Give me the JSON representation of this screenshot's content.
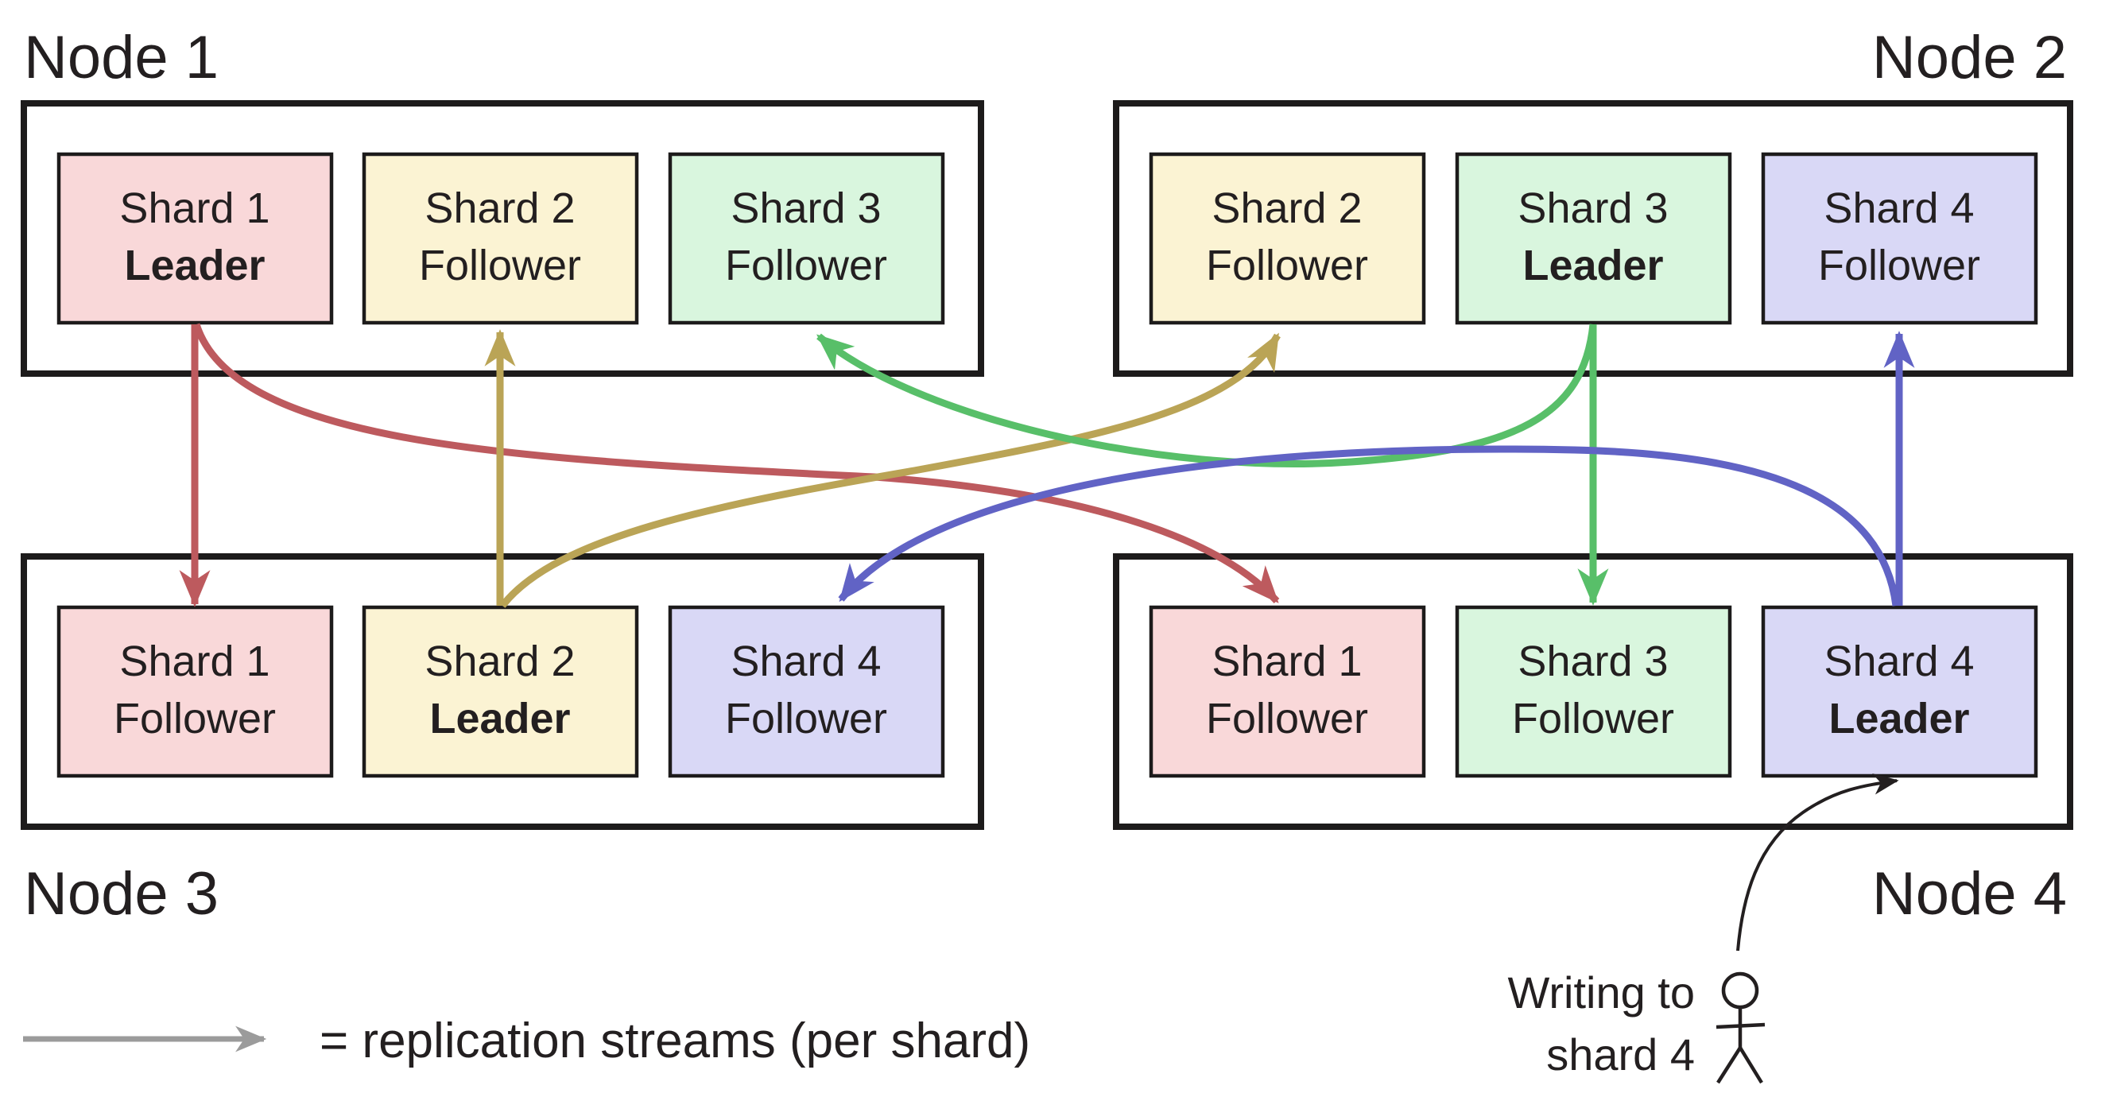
{
  "nodes": [
    {
      "label": "Node 1",
      "shards": [
        {
          "name": "Shard 1",
          "role": "Leader"
        },
        {
          "name": "Shard 2",
          "role": "Follower"
        },
        {
          "name": "Shard 3",
          "role": "Follower"
        }
      ]
    },
    {
      "label": "Node 2",
      "shards": [
        {
          "name": "Shard 2",
          "role": "Follower"
        },
        {
          "name": "Shard 3",
          "role": "Leader"
        },
        {
          "name": "Shard 4",
          "role": "Follower"
        }
      ]
    },
    {
      "label": "Node 3",
      "shards": [
        {
          "name": "Shard 1",
          "role": "Follower"
        },
        {
          "name": "Shard 2",
          "role": "Leader"
        },
        {
          "name": "Shard 4",
          "role": "Follower"
        }
      ]
    },
    {
      "label": "Node 4",
      "shards": [
        {
          "name": "Shard 1",
          "role": "Follower"
        },
        {
          "name": "Shard 3",
          "role": "Follower"
        },
        {
          "name": "Shard 4",
          "role": "Leader"
        }
      ]
    }
  ],
  "replication_streams": [
    {
      "shard": "Shard 1",
      "from": "Node 1",
      "to": [
        "Node 3",
        "Node 4"
      ]
    },
    {
      "shard": "Shard 2",
      "from": "Node 3",
      "to": [
        "Node 1",
        "Node 2"
      ]
    },
    {
      "shard": "Shard 3",
      "from": "Node 2",
      "to": [
        "Node 1",
        "Node 4"
      ]
    },
    {
      "shard": "Shard 4",
      "from": "Node 4",
      "to": [
        "Node 2",
        "Node 3"
      ]
    }
  ],
  "legend": {
    "label": "= replication streams (per shard)"
  },
  "annotation": {
    "line1": "Writing to",
    "line2": "shard 4"
  },
  "colors": {
    "shard1_fill": "#f9d8d9",
    "shard2_fill": "#fbf3d3",
    "shard3_fill": "#d9f6de",
    "shard4_fill": "#d9d8f6",
    "shard1_stream": "#bd5a5e",
    "shard2_stream": "#baa456",
    "shard3_stream": "#58bf69",
    "shard4_stream": "#6163c5",
    "legend_arrow": "#9b9b9b",
    "ink": "#231f20"
  }
}
